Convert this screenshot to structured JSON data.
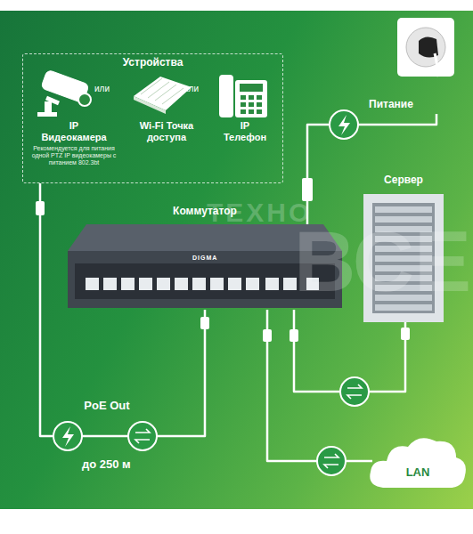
{
  "diagram": {
    "nodes": [
      {
        "text": [
          "Устройства"
        ]
      },
      {
        "text": [
          "IP Видеокамера",
          "Рекомендуется для питания одной PTZ IP видеокамеры с питанием 802.3bt"
        ],
        "in": 0
      },
      {
        "text": [
          "Wi-Fi Точка доступа"
        ],
        "in": 0
      },
      {
        "text": [
          "IP Телефон"
        ],
        "in": 0
      },
      {
        "text": [
          "Питание"
        ]
      },
      {
        "text": [
          "Коммутатор",
          "DIGMA"
        ]
      },
      {
        "text": [
          "Сервер"
        ]
      },
      {
        "text": [
          "LAN"
        ]
      }
    ],
    "edges": [
      {
        "from": 4,
        "to": 5,
        "arrow": "none"
      },
      {
        "from": 0,
        "to": 5,
        "label": "PoE Out",
        "arrow": "none"
      },
      {
        "from": 5,
        "to": 6,
        "arrow": "none"
      },
      {
        "from": 5,
        "to": 7,
        "arrow": "none"
      }
    ],
    "labels": [
      "или",
      "или",
      "до 250 м",
      "ТЕХНО",
      "ВСЕ"
    ]
  }
}
